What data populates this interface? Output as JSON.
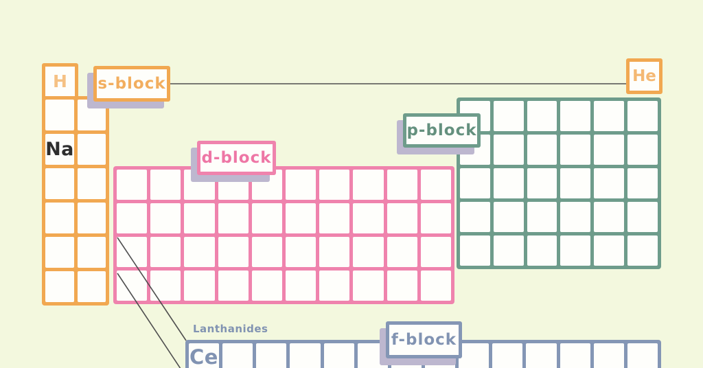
{
  "background_color": "#f3f8de",
  "cell_fill": "#fefefb",
  "shadow_color": "#bdb7cf",
  "line_color": "#4f4f4f",
  "blocks": {
    "s": {
      "label": "s-block",
      "border_color": "#f1a851",
      "text_color": "#f2ae5f",
      "cols": 2,
      "rows": 6
    },
    "d": {
      "label": "d-block",
      "border_color": "#ef83ad",
      "text_color": "#ee76a5",
      "cols": 10,
      "rows": 4
    },
    "p": {
      "label": "p-block",
      "border_color": "#6e9c8b",
      "text_color": "#64907e",
      "cols": 6,
      "rows": 5
    },
    "f": {
      "label": "f-block",
      "border_color": "#8496b5",
      "text_color": "#8193b2",
      "cols": 14,
      "rows": 1
    }
  },
  "elements": {
    "h": {
      "symbol": "H",
      "color": "#f5c184"
    },
    "na": {
      "symbol": "Na",
      "color": "#2e2e2e"
    },
    "he": {
      "symbol": "He",
      "color": "#f4b873"
    },
    "ce": {
      "symbol": "Ce",
      "color": "#8193b2"
    }
  },
  "annotations": {
    "lanthanides": "Lanthanides"
  }
}
